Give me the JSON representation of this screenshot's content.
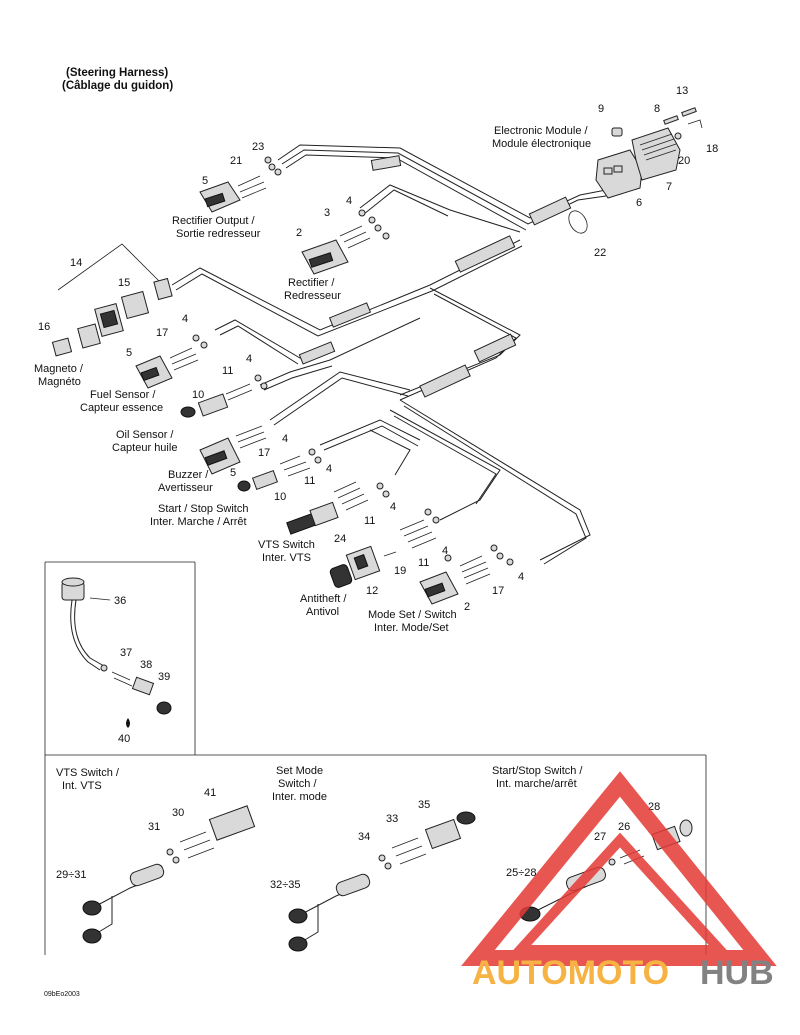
{
  "title": {
    "line1": "(Steering Harness)",
    "line2": "(Câblage du guidon)"
  },
  "labels": {
    "electronic_module_en": "Electronic Module /",
    "electronic_module_fr": "Module électronique",
    "rectifier_output_en": "Rectifier Output /",
    "rectifier_output_fr": "Sortie redresseur",
    "rectifier_en": "Rectifier /",
    "rectifier_fr": "Redresseur",
    "magneto_en": "Magneto /",
    "magneto_fr": "Magnéto",
    "fuel_sensor_en": "Fuel Sensor /",
    "fuel_sensor_fr": "Capteur essence",
    "oil_sensor_en": "Oil Sensor /",
    "oil_sensor_fr": "Capteur huile",
    "buzzer_en": "Buzzer /",
    "buzzer_fr": "Avertisseur",
    "start_stop_en": "Start / Stop Switch",
    "start_stop_fr": "Inter. Marche / Arrêt",
    "vts_en": "VTS Switch",
    "vts_fr": "Inter. VTS",
    "antitheft_en": "Antitheft /",
    "antitheft_fr": "Antivol",
    "mode_set_en": "Mode Set / Switch",
    "mode_set_fr": "Inter. Mode/Set"
  },
  "panels": {
    "vts_en": "VTS Switch /",
    "vts_fr": "Int. VTS",
    "set_mode_en": "Set Mode",
    "set_mode_mid": "Switch /",
    "set_mode_fr": "Inter. mode",
    "start_stop_en": "Start/Stop Switch /",
    "start_stop_fr": "Int. marche/arrêt"
  },
  "callouts": {
    "n2": "2",
    "n3": "3",
    "n4": "4",
    "n5": "5",
    "n6": "6",
    "n7": "7",
    "n8": "8",
    "n9": "9",
    "n10": "10",
    "n11": "11",
    "n12": "12",
    "n13": "13",
    "n14": "14",
    "n15": "15",
    "n16": "16",
    "n17": "17",
    "n18": "18",
    "n19": "19",
    "n20": "20",
    "n21": "21",
    "n22": "22",
    "n23": "23",
    "n24": "24",
    "n25_28": "25÷28",
    "n26": "26",
    "n27": "27",
    "n28": "28",
    "n29_31": "29÷31",
    "n30": "30",
    "n31": "31",
    "n32_35": "32÷35",
    "n33": "33",
    "n34": "34",
    "n35": "35",
    "n36": "36",
    "n37": "37",
    "n38": "38",
    "n39": "39",
    "n40": "40",
    "n41": "41"
  },
  "drawing_code": "09bEo2003",
  "watermark": {
    "part1": "AUTOMOTO",
    "part2": "HUB",
    "color_red": "#e53935",
    "color_orange": "#f5a623",
    "color_gray": "#6d6d6d"
  }
}
